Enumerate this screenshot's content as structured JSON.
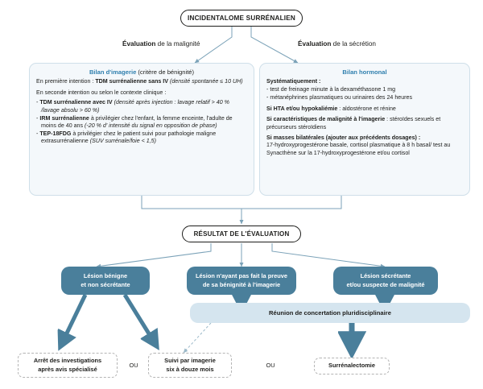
{
  "colors": {
    "teal": "#4a7f9b",
    "pale_panel_bg": "#f4f8fb",
    "pale_panel_border": "#cfdfe9",
    "panel_title_blue": "#2f7fae",
    "rcp_bar_bg": "#d5e5ef",
    "connector_thin": "#7ba2b8",
    "connector_thick": "#4a7f9b",
    "dashed_border": "#b4b4b4",
    "text": "#1d1d1b",
    "background": "#ffffff"
  },
  "top": {
    "title": "INCIDENTALOME SURRÉNALIEN"
  },
  "branches": [
    {
      "bold": "Évaluation",
      "rest": " de la malignité"
    },
    {
      "bold": "Évaluation",
      "rest": " de la sécrétion"
    }
  ],
  "imaging_panel": {
    "title_bold": "Bilan d'imagerie",
    "title_regular": " (critère de bénignité)",
    "first_line": {
      "lead": "En première intention : ",
      "bold": "TDM surrénalienne sans IV",
      "italic": " (densité spontanée ≤ 10 UH)"
    },
    "second_lead": "En seconde intention ou selon le contexte clinique :",
    "items": [
      {
        "bold": "TDM surrénalienne avec IV",
        "italic": " (densité après injection : lavage relatif > 40 % /lavage absolu > 60 %)",
        "plain": ""
      },
      {
        "bold": "IRM surrénalienne",
        "plain": " à privilégier chez l'enfant, la femme enceinte, l'adulte de moins de 40 ans ",
        "italic": "(-20 % d' intensité du signal en opposition de phase)"
      },
      {
        "bold": "TEP-18FDG",
        "plain": " à privilégier chez le patient suivi pour pathologie maligne extrasurrénalienne ",
        "italic": "(SUV surrénale/foie < 1,5)"
      }
    ]
  },
  "hormonal_panel": {
    "title_bold": "Bilan hormonal",
    "title_regular": "",
    "systematic_lead": "Systématiquement :",
    "systematic_items": [
      "test de freinage minute à la dexaméthasone 1 mg",
      "métanéphrines plasmatiques ou urinaires des 24 heures"
    ],
    "conditions": [
      {
        "bold": "Si HTA et/ou hypokaliémie",
        "sep": " : ",
        "plain": "aldostérone et rénine"
      },
      {
        "bold": "Si caractéristiques de malignité à l'imagerie",
        "sep": " : ",
        "plain": "stéroïdes sexuels et précurseurs stéroïdiens"
      },
      {
        "bold": "Si masses bilatérales (ajouter aux précédents dosages)",
        "sep": " :",
        "plain": "17-hydroxyprogestérone basale, cortisol plasmatique à 8 h basal/ test au Synacthène sur la 17-hydroxyprogestérone et/ou cortisol"
      }
    ]
  },
  "result": {
    "title": "RÉSULTAT DE L'ÉVALUATION"
  },
  "outcomes": [
    {
      "line1": "Lésion bénigne",
      "line2": "et non sécrétante"
    },
    {
      "line1": "Lésion n'ayant pas fait la preuve",
      "line2": "de sa bénignité à l'imagerie"
    },
    {
      "line1": "Lésion sécrétante",
      "line2": "et/ou suspecte de malignité"
    }
  ],
  "rcp": {
    "label": "Réunion de concertation pluridisciplinaire"
  },
  "terminals": [
    {
      "line1": "Arrêt des investigations",
      "line2": "après avis spécialisé"
    },
    {
      "line1": "Suivi par imagerie",
      "line2": "six à douze mois"
    },
    {
      "line1": "Surrénalectomie",
      "line2": ""
    }
  ],
  "connectors": {
    "or_label_left": "OU",
    "or_label_right": "OU"
  }
}
